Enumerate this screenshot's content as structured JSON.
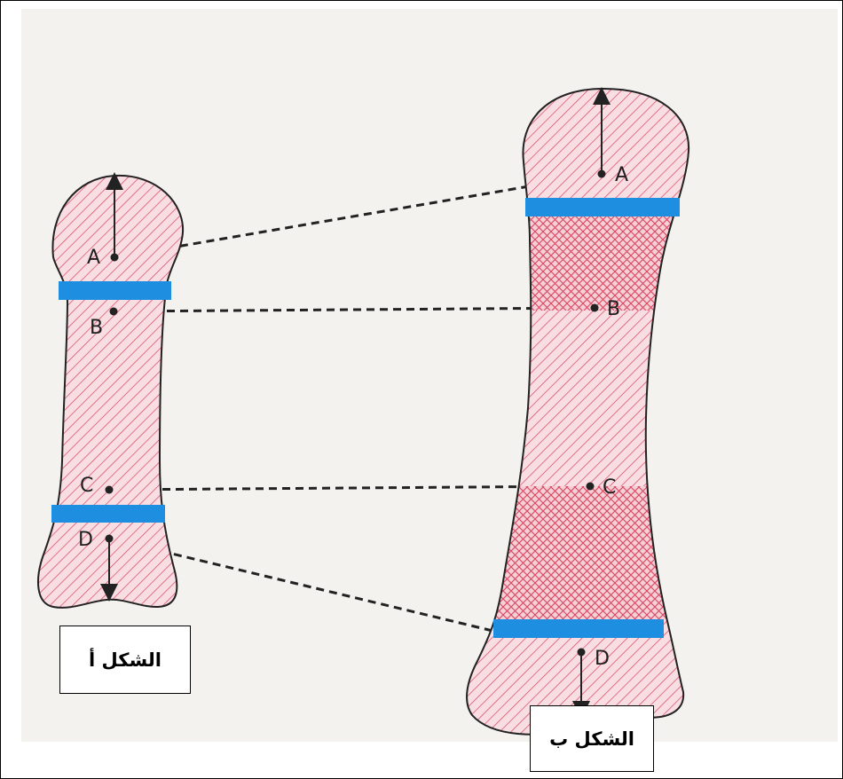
{
  "figure_a": {
    "caption": "الشكل أ",
    "points": [
      "A",
      "B",
      "C",
      "D"
    ]
  },
  "figure_b": {
    "caption": "الشكل ب",
    "points": [
      "A",
      "B",
      "C",
      "D"
    ]
  },
  "colors": {
    "bone_fill": "#f8dde3",
    "hatch_line": "#d8455e",
    "growth_plate": "#1e8fe0",
    "outline": "#222222",
    "dashed_line": "#222222",
    "paper": "#f3f2ef"
  }
}
